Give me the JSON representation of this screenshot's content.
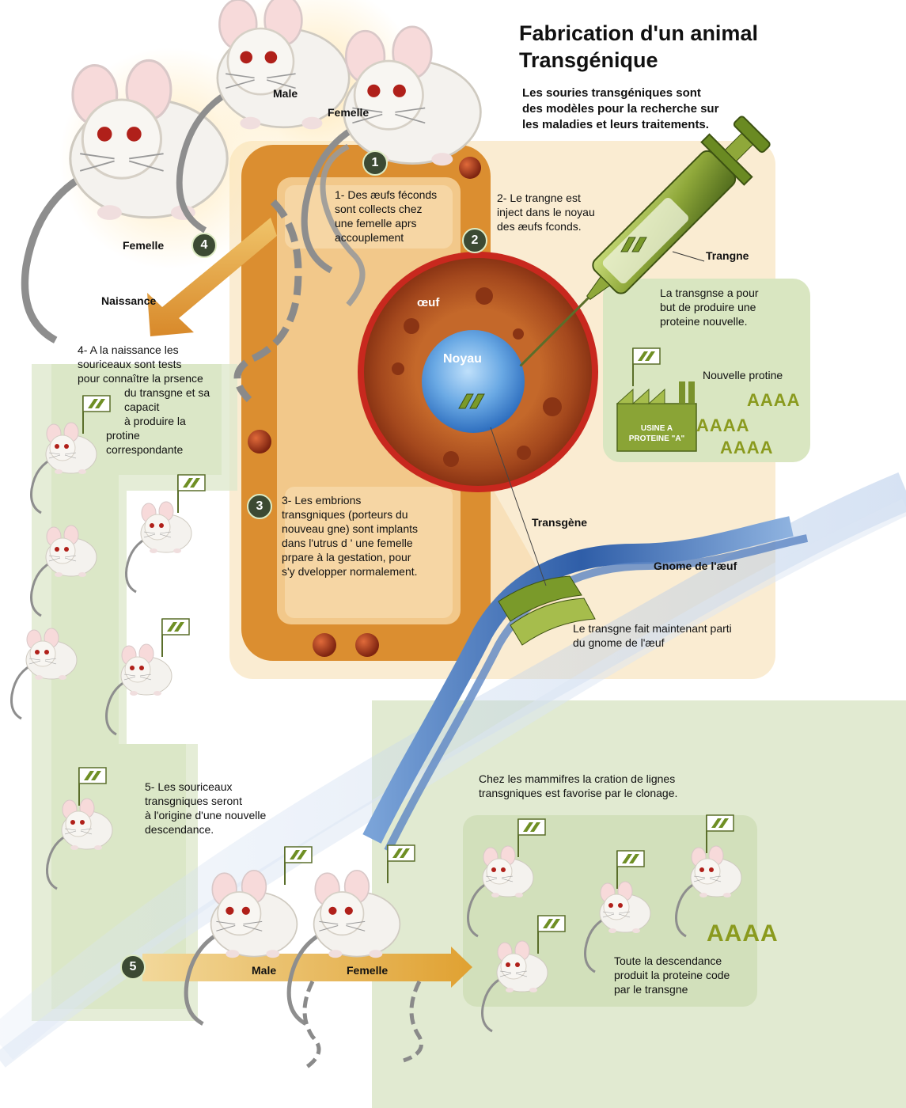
{
  "title": {
    "line1": "Fabrication d'un animal",
    "line2": "Transgénique"
  },
  "subtitle": {
    "line1": "Les souries transgéniques sont",
    "line2": "des modèles pour la recherche sur",
    "line3": "les maladies et leurs traitements."
  },
  "badges": {
    "b1": "1",
    "b2": "2",
    "b3": "3",
    "b4": "4",
    "b5": "5"
  },
  "top_labels": {
    "male": "Male",
    "femelle_top": "Femelle",
    "femelle_left": "Femelle",
    "naissance": "Naissance"
  },
  "steps": {
    "s1": {
      "l1": "1- Des æufs féconds",
      "l2": "sont collects chez",
      "l3": "une femelle aprs",
      "l4": "accouplement"
    },
    "s2": {
      "l1": "2- Le trangne est",
      "l2": "inject dans le noyau",
      "l3": "des æufs fconds."
    },
    "s3": {
      "l1": "3- Les embrions",
      "l2": "transgniques (porteurs du",
      "l3": "nouveau gne) sont implants",
      "l4": "dans l'utrus d ' une femelle",
      "l5": "prpare à la gestation, pour",
      "l6": "s'y dvelopper normalement."
    },
    "s4": {
      "l1": "4- A la naissance les",
      "l2": "souriceaux sont tests",
      "l3": "pour connaître la prsence",
      "l4": "du transgne et sa",
      "l5": "capacit",
      "l6": "à produire la",
      "l7": "protine",
      "l8": "correspondante"
    },
    "s5": {
      "l1": "5- Les souriceaux",
      "l2": "transgniques seront",
      "l3": "à l'origine d'une nouvelle",
      "l4": "descendance."
    }
  },
  "egg": {
    "oeuf": "œuf",
    "noyau": "Noyau"
  },
  "syringe_label": "Trangne",
  "protein_panel": {
    "l1": "La transgnse a pour",
    "l2": "but de produire une",
    "l3": "proteine nouvelle.",
    "nouvelle": "Nouvelle protine",
    "factory_l1": "USINE A",
    "factory_l2": "PROTEINE \"A\"",
    "aaaa": "AAAA"
  },
  "dna": {
    "transgene": "Transgène",
    "genome": "Gnome de l'æuf",
    "desc_l1": "Le transgne fait maintenant parti",
    "desc_l2": "du gnome de l'æuf"
  },
  "clonage": {
    "l1": "Chez les mammifres la cration de lignes",
    "l2": "transgniques est favorise par le clonage.",
    "desc_l1": "Toute la  descendance",
    "desc_l2": "produit la proteine code",
    "desc_l3": "par le transgne",
    "aaaa": "AAAA"
  },
  "bottom_labels": {
    "male": "Male",
    "femelle": "Femelle"
  },
  "colors": {
    "orange_frame": "#d98b2e",
    "cream_bg": "#faecd2",
    "green_panel": "#dfe9cd",
    "green_dark": "#3c4a33",
    "egg_outer": "#c8281e",
    "egg_brown": "#b2561f",
    "nucleus_blue": "#4f8fd4",
    "dna_blue": "#3f6eb3",
    "dna_green": "#7a9a2a",
    "aaaa_olive": "#8a9a1e",
    "mouse_white": "#f4f2ee",
    "mouse_eye": "#b0201a"
  }
}
